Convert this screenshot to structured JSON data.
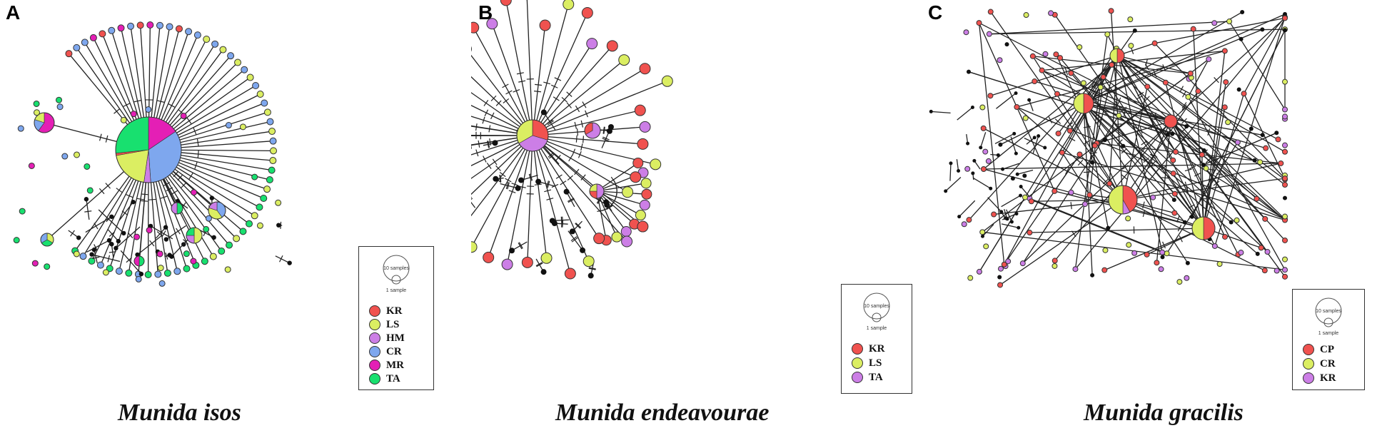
{
  "colors": {
    "KR": "#f0524f",
    "LS": "#dbee62",
    "HM": "#cc7ee6",
    "CR": "#7ea7ee",
    "MR": "#e41fb5",
    "TA": "#18e06f",
    "CP": "#f0524f",
    "node": "#111111",
    "edge": "#222222"
  },
  "panels": [
    {
      "letter": "A",
      "title": "Munida isos",
      "legend": {
        "scale_large": "10 samples",
        "scale_small": "1 sample",
        "entries": [
          {
            "code": "KR",
            "color": "#f0524f"
          },
          {
            "code": "LS",
            "color": "#dbee62"
          },
          {
            "code": "HM",
            "color": "#cc7ee6"
          },
          {
            "code": "CR",
            "color": "#7ea7ee"
          },
          {
            "code": "MR",
            "color": "#e41fb5"
          },
          {
            "code": "TA",
            "color": "#18e06f"
          }
        ]
      }
    },
    {
      "letter": "B",
      "title": "Munida endeavourae",
      "legend": {
        "scale_large": "10 samples",
        "scale_small": "1 sample",
        "entries": [
          {
            "code": "KR",
            "color": "#f0524f"
          },
          {
            "code": "LS",
            "color": "#dbee62"
          },
          {
            "code": "TA",
            "color": "#cc7ee6"
          }
        ]
      }
    },
    {
      "letter": "C",
      "title": "Munida gracilis",
      "legend": {
        "scale_large": "10 samples",
        "scale_small": "1 sample",
        "entries": [
          {
            "code": "CP",
            "color": "#f0524f"
          },
          {
            "code": "CR",
            "color": "#dbee62"
          },
          {
            "code": "KR",
            "color": "#cc7ee6"
          }
        ]
      }
    }
  ]
}
